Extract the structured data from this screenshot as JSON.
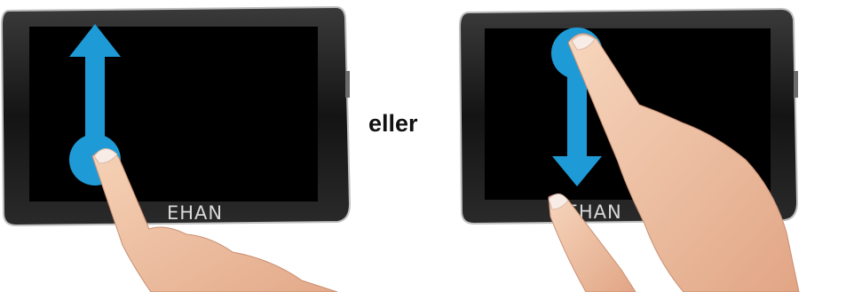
{
  "connector_word": "eller",
  "devices": [
    {
      "id": "left",
      "brand_label": "EHAN",
      "gesture": "swipe-up",
      "arrow_color": "#1e9bd7",
      "screen_color": "#000000"
    },
    {
      "id": "right",
      "brand_label": "REHAN",
      "gesture": "swipe-down",
      "arrow_color": "#1e9bd7",
      "screen_color": "#000000"
    }
  ]
}
